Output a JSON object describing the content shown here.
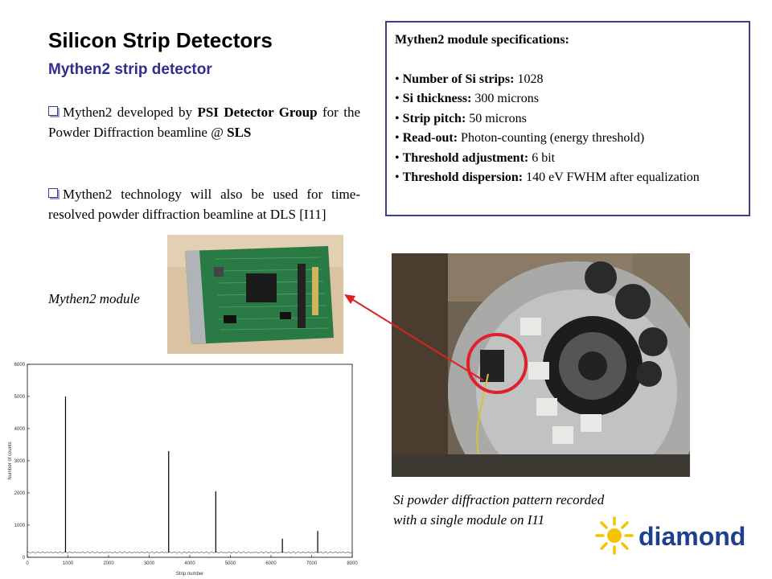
{
  "title": "Silicon Strip Detectors",
  "subtitle": "Mythen2 strip detector",
  "bullets": {
    "b1": {
      "t1": "Mythen2 developed by ",
      "t2": "PSI Detector Group",
      "t3": " for the Powder Diffraction beamline @ ",
      "t4": "SLS"
    },
    "b2": "Mythen2 technology will also be used for time-resolved powder diffraction beamline at DLS [I11]"
  },
  "module_caption": "Mythen2 module",
  "specs": {
    "heading": "Mythen2 module specifications:",
    "items": [
      {
        "label": "Number of Si strips:",
        "value": " 1028"
      },
      {
        "label": "Si thickness:",
        "value": " 300 microns"
      },
      {
        "label": "Strip pitch:",
        "value": " 50 microns"
      },
      {
        "label": "Read-out:",
        "value": " Photon-counting (energy threshold)"
      },
      {
        "label": "Threshold adjustment:",
        "value": " 6 bit"
      },
      {
        "label": "Threshold dispersion:",
        "value": " 140 eV FWHM after equalization"
      }
    ]
  },
  "si_caption": {
    "line1": "Si powder diffraction pattern recorded",
    "line2": "with a single module on I11"
  },
  "logo_text": "diamond",
  "chart_data": {
    "type": "line",
    "xlabel": "Strip number",
    "ylabel": "Number of counts",
    "xlim": [
      0,
      8000
    ],
    "ylim": [
      0,
      6000
    ],
    "xticks": [
      0,
      1000,
      2000,
      3000,
      4000,
      5000,
      6000,
      7000,
      8000
    ],
    "yticks": [
      0,
      1000,
      2000,
      3000,
      4000,
      5000,
      6000
    ],
    "baseline": 150,
    "peaks": [
      {
        "x": 940,
        "y": 5000
      },
      {
        "x": 3480,
        "y": 3300
      },
      {
        "x": 4640,
        "y": 2050
      },
      {
        "x": 6280,
        "y": 580
      },
      {
        "x": 7150,
        "y": 820
      }
    ]
  }
}
